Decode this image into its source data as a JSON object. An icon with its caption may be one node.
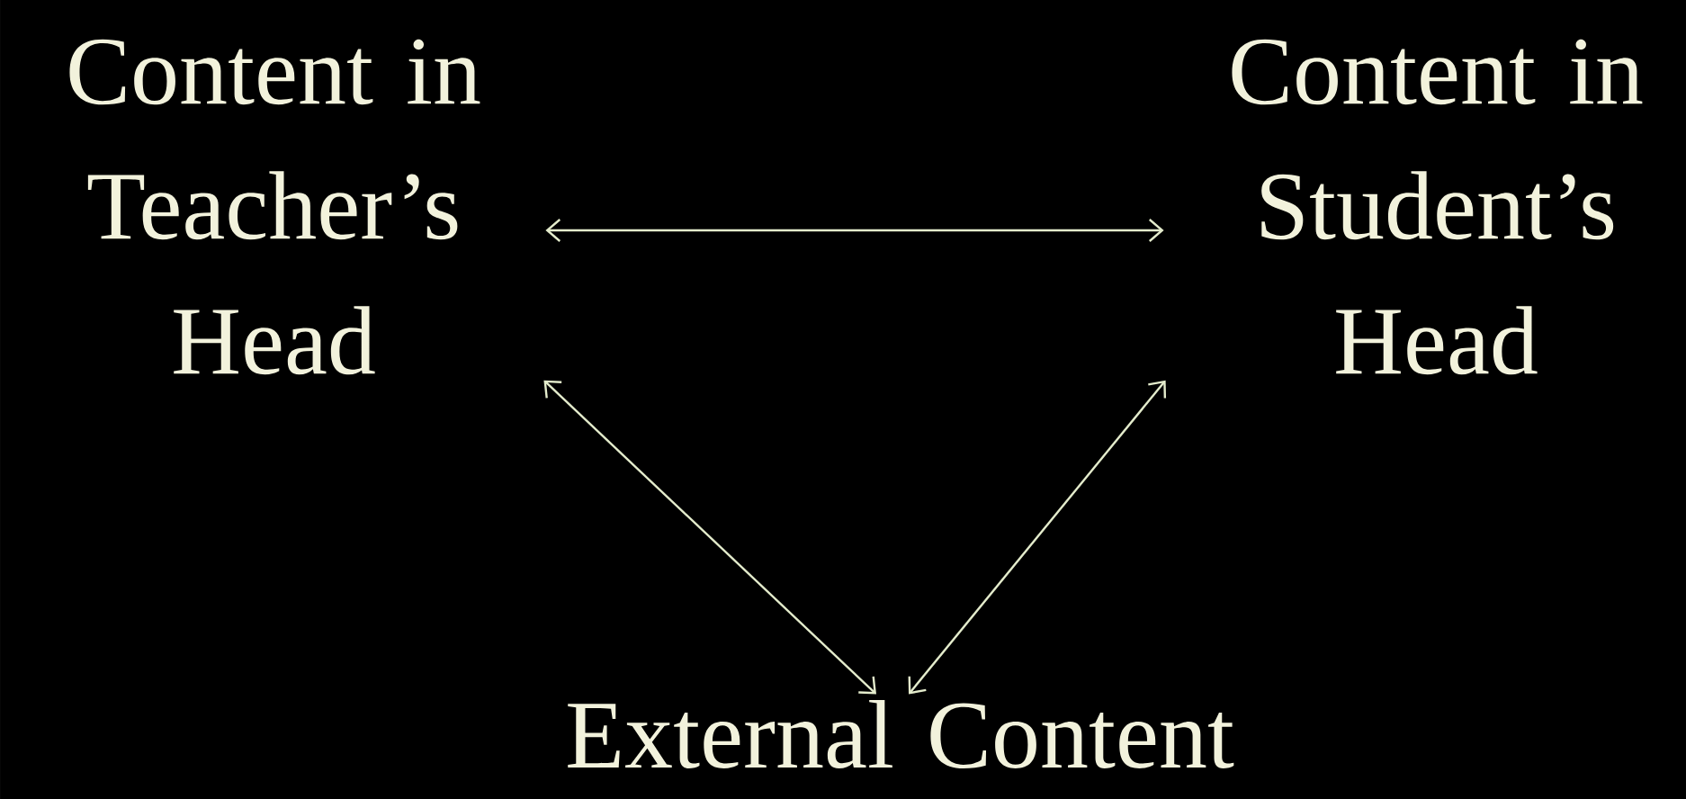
{
  "diagram": {
    "nodes": [
      {
        "text": [
          "Content in Teacher’s Head"
        ]
      },
      {
        "text": [
          "Content in Student’s Head"
        ]
      },
      {
        "text": [
          "External Content"
        ]
      }
    ],
    "edges": [
      {
        "from": 0,
        "to": 1,
        "arrow": "both"
      },
      {
        "from": 0,
        "to": 2,
        "arrow": "both"
      },
      {
        "from": 1,
        "to": 2,
        "arrow": "both"
      }
    ]
  }
}
